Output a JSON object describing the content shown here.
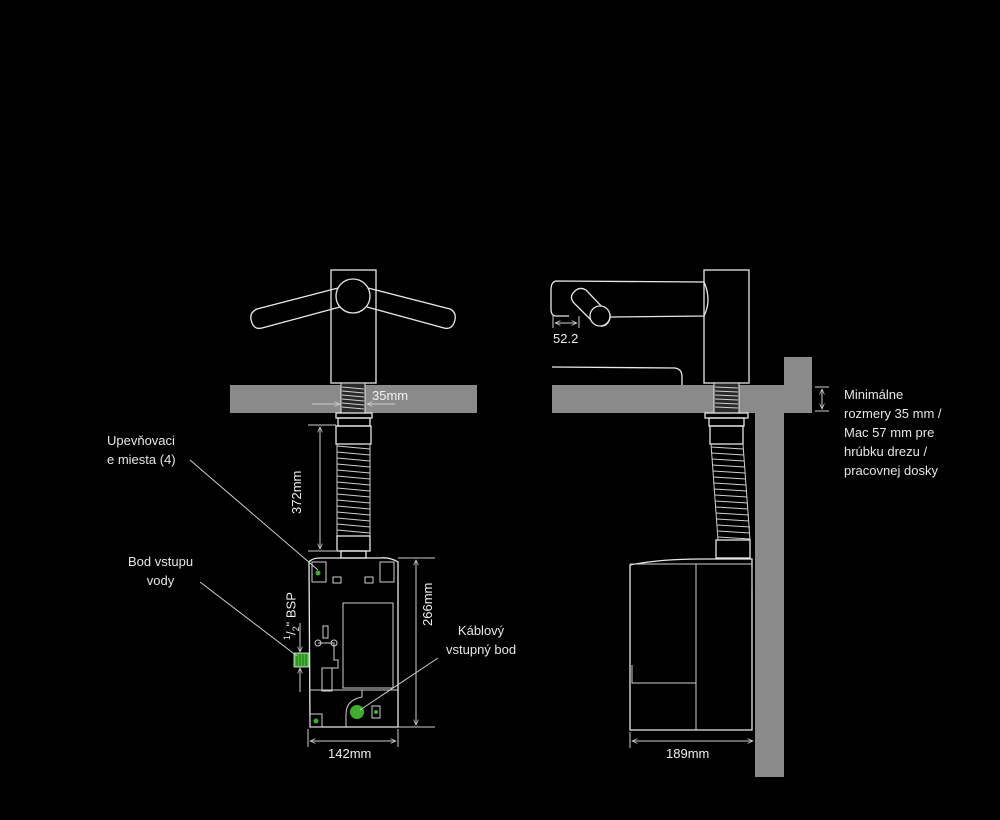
{
  "diagram": {
    "title": "",
    "front_view": {
      "dimensions": {
        "spout_thread": "35mm",
        "hose_length": "372mm",
        "unit_height": "266mm",
        "unit_width": "142mm"
      },
      "callouts": {
        "fixing_points": "Upevňovaci\ne miesta (4)",
        "water_inlet": "Bod vstupu\nvody",
        "bsp": "1/2\" BSP",
        "bsp_num": "1",
        "bsp_den": "2",
        "bsp_unit": "\" BSP",
        "cable_entry": "Káblový\nvstupný bod"
      }
    },
    "side_view": {
      "dimensions": {
        "spout_offset": "52.2",
        "unit_depth": "189mm"
      },
      "callouts": {
        "min_thickness": "Minimálne\nrozmery 35 mm /\nMac 57 mm pre\nhrúbku drezu /\npracovnej dosky"
      }
    },
    "colors": {
      "background": "#000000",
      "line": "#e8e8e8",
      "countertop": "#8a8a8a",
      "highlight": "#3fae2a"
    }
  }
}
